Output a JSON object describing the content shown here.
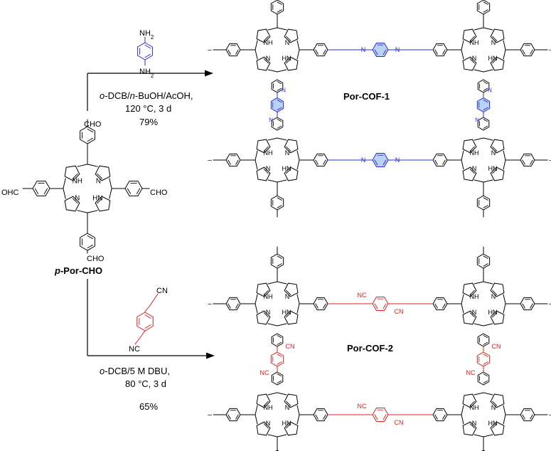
{
  "reactant": {
    "name_prefix": "p",
    "name_rest": "-Por-CHO",
    "cho_top": "CHO",
    "cho_left": "OHC",
    "cho_right": "CHO",
    "cho_bottom": "CHO",
    "nh": "NH",
    "hn": "HN",
    "n": "N"
  },
  "reaction_1": {
    "reagent_top": "NH",
    "reagent_bottom": "NH",
    "subscript": "2",
    "conditions_line1_a": "o",
    "conditions_line1_b": "-DCB/",
    "conditions_line1_c": "n",
    "conditions_line1_d": "-BuOH/AcOH,",
    "conditions_line2": "120 °C, 3 d",
    "yield": "79%",
    "product": "Por-COF-1",
    "linker_n": "N"
  },
  "reaction_2": {
    "reagent_top": "CN",
    "reagent_bottom": "NC",
    "conditions_line1_a": "o",
    "conditions_line1_b": "-DCB/5 M DBU,",
    "conditions_line2": "80 °C, 3 d",
    "yield": "65%",
    "product": "Por-COF-2",
    "linker_cn": "CN",
    "linker_nc": "NC"
  },
  "colors": {
    "bond": "#000000",
    "imine_linker": "#2b2bd6",
    "vinyl_linker": "#e02020"
  }
}
